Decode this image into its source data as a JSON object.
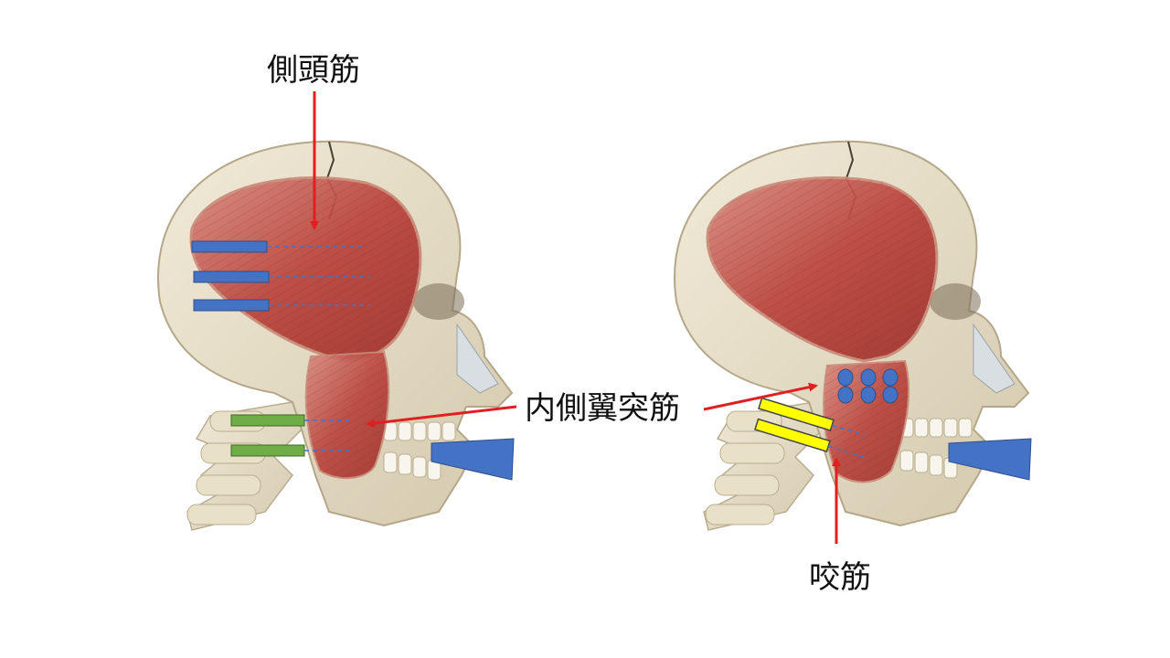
{
  "labels": {
    "temporalis": "側頭筋",
    "medial_pterygoid": "内側翼突筋",
    "masseter": "咬筋"
  },
  "colors": {
    "arrow": "#e02020",
    "bar_blue": "#4472c4",
    "bar_green": "#70ad47",
    "bar_yellow": "#ffff00",
    "dot_blue": "#4472c4",
    "muscle": "#c0504d",
    "bone": "#e8dfc8"
  },
  "icons": {
    "left_skull": "skull-lateral-view-image",
    "right_skull": "skull-lateral-view-image"
  }
}
